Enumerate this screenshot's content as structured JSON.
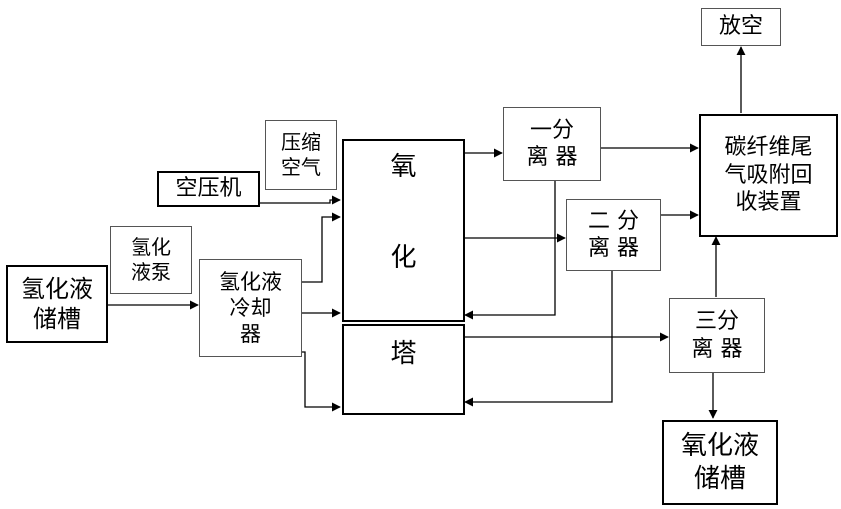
{
  "nodes": {
    "hydrogenated_storage": "氢化液\n储槽",
    "hydrogenated_pump": "氢化\n液泵",
    "hydrogenated_cooler": "氢化液\n冷却\n器",
    "compressed_air": "压缩\n空气",
    "air_compressor": "空压机",
    "tower_top": "氧",
    "tower_mid": "化",
    "tower_bottom": "塔",
    "separator_1": "一分\n离 器",
    "separator_2": "二 分\n离 器",
    "separator_3": "三分\n离 器",
    "vent": "放空",
    "carbon_fiber_device": "碳纤维尾\n气吸附回\n收装置",
    "oxidized_storage": "氧化液\n储槽"
  }
}
